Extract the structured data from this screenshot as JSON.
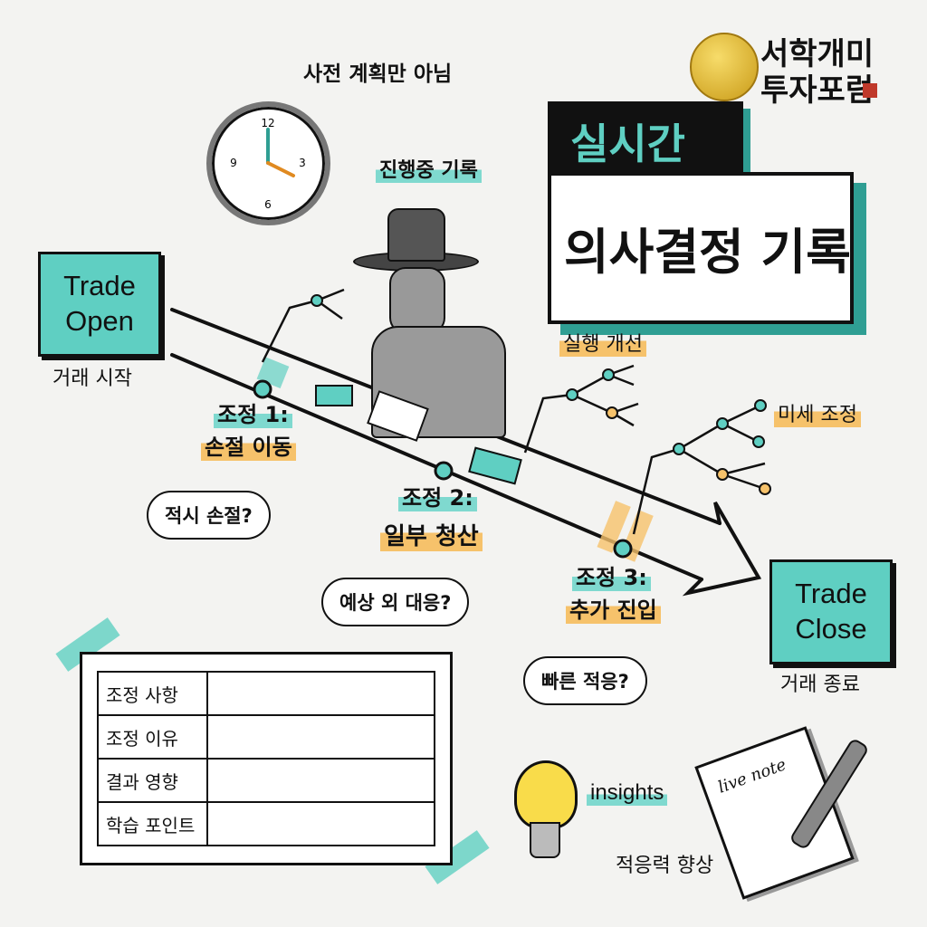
{
  "logo": {
    "line1": "서학개미",
    "line2": "투자포럼"
  },
  "title": {
    "line1": "실시간",
    "line2": "의사결정 기록"
  },
  "clock_caption": "사전 계획만 아님",
  "recording_caption": "진행중 기록",
  "trade_open": {
    "label": "Trade Open",
    "caption": "거래 시작"
  },
  "trade_close": {
    "label": "Trade Close",
    "caption": "거래 종료"
  },
  "adjustments": [
    {
      "step": "조정 1:",
      "action": "손절 이동",
      "question": "적시 손절?"
    },
    {
      "step": "조정 2:",
      "action": "일부 청산",
      "question": "예상 외 대응?"
    },
    {
      "step": "조정 3:",
      "action": "추가 진입",
      "question": "빠른 적응?"
    }
  ],
  "branches": {
    "execution": "실행 개선",
    "fine_tune": "미세 조정"
  },
  "table": {
    "rows": [
      "조정 사항",
      "조정 이유",
      "결과 영향",
      "학습 포인트"
    ]
  },
  "insights": "insights",
  "notepad": {
    "title": "live note",
    "caption": "적응력 향상"
  },
  "colors": {
    "teal": "#5fcfc2",
    "orange": "#f6c26b"
  }
}
